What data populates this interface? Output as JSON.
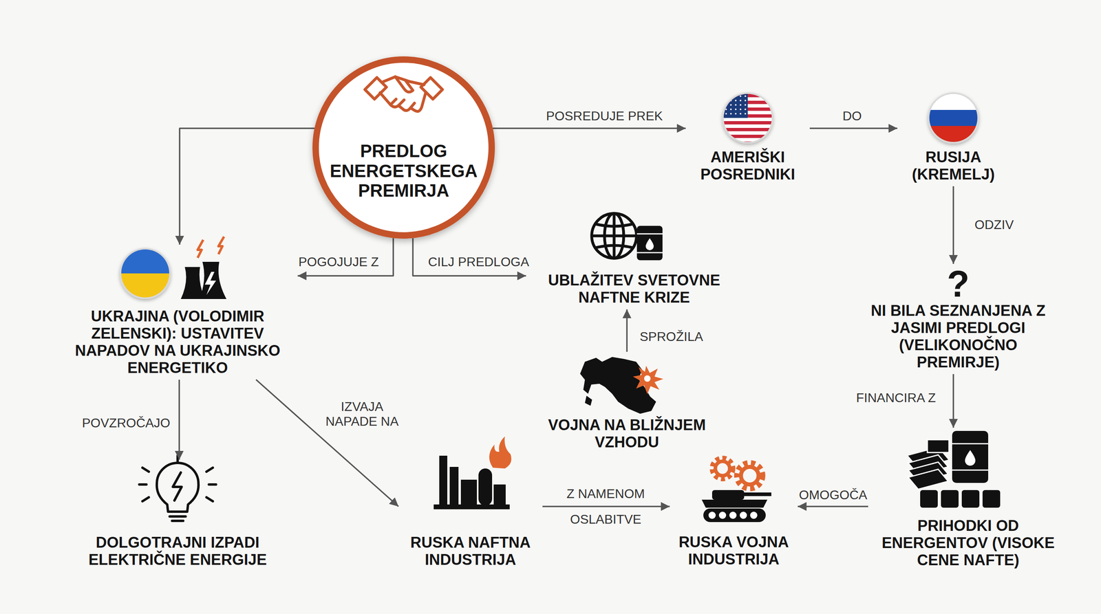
{
  "diagram": {
    "nodes": [
      {
        "text": [
          "PREDLOG ENERGETSKEGA PREMIRJA"
        ]
      },
      {
        "text": [
          "AMERIŠKI POSREDNIKI"
        ]
      },
      {
        "text": [
          "RUSIJA (KREMELJ)"
        ]
      },
      {
        "text": [
          "UKRAJINA (VOLODIMIR ZELENSKI): USTAVITEV NAPADOV NA UKRAJINSKO ENERGETIKO"
        ]
      },
      {
        "text": [
          "UBLAŽITEV SVETOVNE NAFTNE KRIZE"
        ]
      },
      {
        "text": [
          "?",
          "NI BILA SEZNANJENA Z JASIMI PREDLOGI (VELIKONOČNO PREMIRJE)"
        ]
      },
      {
        "text": [
          "VOJNA NA BLIŽNJEM VZHODU"
        ]
      },
      {
        "text": [
          "DOLGOTRAJNI IZPADI ELEKTRIČNE ENERGIJE"
        ]
      },
      {
        "text": [
          "RUSKA NAFTNA INDUSTRIJA"
        ]
      },
      {
        "text": [
          "RUSKA VOJNA INDUSTRIJA"
        ]
      },
      {
        "text": [
          "PRIHODKI OD ENERGENTOV (VISOKE CENE NAFTE)"
        ]
      }
    ],
    "edges": [
      {
        "from": 0,
        "to": 1,
        "label": "POSREDUJE PREK",
        "arrow": "to"
      },
      {
        "from": 1,
        "to": 2,
        "label": "DO",
        "arrow": "to"
      },
      {
        "from": 0,
        "to": 3,
        "arrow": "to"
      },
      {
        "from": 0,
        "to": 3,
        "label": "POGOJUJE Z",
        "arrow": "to"
      },
      {
        "from": 0,
        "to": 4,
        "label": "CILJ PREDLOGA",
        "arrow": "to"
      },
      {
        "from": 2,
        "to": 5,
        "label": "ODZIV",
        "arrow": "to"
      },
      {
        "from": 6,
        "to": 4,
        "label": "SPROŽILA",
        "arrow": "to"
      },
      {
        "from": 5,
        "to": 10,
        "label": "FINANCIRA Z",
        "arrow": "to"
      },
      {
        "from": 3,
        "to": 7,
        "label": "POVZROČAJO",
        "arrow": "to"
      },
      {
        "from": 3,
        "to": 8,
        "label": "IZVAJA NAPADE NA",
        "arrow": "to"
      },
      {
        "from": 8,
        "to": 9,
        "label": "Z NAMENOM OSLABITVE",
        "arrow": "to"
      },
      {
        "from": 10,
        "to": 9,
        "label": "OMOGOČA",
        "arrow": "to"
      }
    ]
  }
}
